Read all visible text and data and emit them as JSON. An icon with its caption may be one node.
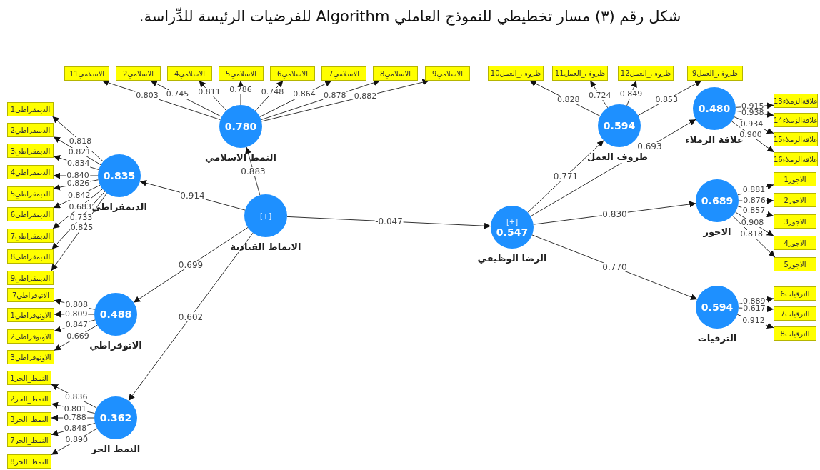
{
  "diagram": {
    "title": "شكل رقم (٣) مسار تخطيطي للنموذج العاملي Algorithm للفرضيات الرئيسة للدِّراسة.",
    "nodes": [
      {
        "text": [
          "الاسلامي11"
        ]
      },
      {
        "text": [
          "الاسلامي2"
        ]
      },
      {
        "text": [
          "الاسلامي4"
        ]
      },
      {
        "text": [
          "الاسلامي5"
        ]
      },
      {
        "text": [
          "الاسلامي6"
        ]
      },
      {
        "text": [
          "الاسلامي7"
        ]
      },
      {
        "text": [
          "الاسلامي8"
        ]
      },
      {
        "text": [
          "الاسلامي9"
        ]
      },
      {
        "text": [
          "ظروف_العمل10"
        ]
      },
      {
        "text": [
          "ظروف_العمل11"
        ]
      },
      {
        "text": [
          "ظروف_العمل12"
        ]
      },
      {
        "text": [
          "ظروف_العمل9"
        ]
      },
      {
        "text": [
          "علاقةالزملاء13"
        ]
      },
      {
        "text": [
          "علاقةالزملاء14"
        ]
      },
      {
        "text": [
          "علاقةالزملاء15"
        ]
      },
      {
        "text": [
          "علاقةالزملاء16"
        ]
      },
      {
        "text": [
          "الديمقراطي1"
        ]
      },
      {
        "text": [
          "الديمقراطي2"
        ]
      },
      {
        "text": [
          "الديمقراطي3"
        ]
      },
      {
        "text": [
          "الديمقراطي4"
        ]
      },
      {
        "text": [
          "الديمقراطي5"
        ]
      },
      {
        "text": [
          "الديمقراطي6"
        ]
      },
      {
        "text": [
          "الديمقراطي7"
        ]
      },
      {
        "text": [
          "الديمقراطي8"
        ]
      },
      {
        "text": [
          "الديمقراطي9"
        ]
      },
      {
        "text": [
          "0.780"
        ],
        "beside": [
          "النمط الاسلامي"
        ]
      },
      {
        "text": [
          "0.594"
        ],
        "beside": [
          "ظروف العمل"
        ]
      },
      {
        "text": [
          "0.480"
        ],
        "beside": [
          "علاقة الزملاء"
        ]
      },
      {
        "text": [
          "0.835"
        ],
        "beside": [
          "الديمقراطي"
        ]
      },
      {
        "text": [
          "[+]"
        ],
        "beside": [
          "الانماط القيادية"
        ]
      },
      {
        "text": [
          "[+]",
          "0.547"
        ],
        "beside": [
          "الرضا الوظيفي"
        ]
      },
      {
        "text": [
          "الاجور1"
        ]
      },
      {
        "text": [
          "الاجور2"
        ]
      },
      {
        "text": [
          "الاجور3"
        ]
      },
      {
        "text": [
          "الاجور4"
        ]
      },
      {
        "text": [
          "الاجور5"
        ]
      },
      {
        "text": [
          "0.689"
        ],
        "beside": [
          "الاجور"
        ]
      },
      {
        "text": [
          "الاتوقراطي7"
        ]
      },
      {
        "text": [
          "الاوتوقراطي1"
        ]
      },
      {
        "text": [
          "الاوتوقراطي2"
        ]
      },
      {
        "text": [
          "الاوتوقراطي3"
        ]
      },
      {
        "text": [
          "0.488"
        ],
        "beside": [
          "الاتوقراطي"
        ]
      },
      {
        "text": [
          "الترقيات6"
        ]
      },
      {
        "text": [
          "الترقيات7"
        ]
      },
      {
        "text": [
          "الترقيات8"
        ]
      },
      {
        "text": [
          "0.594"
        ],
        "beside": [
          "الترقيات"
        ]
      },
      {
        "text": [
          "النمط_الحر1"
        ]
      },
      {
        "text": [
          "النمط_الحر2"
        ]
      },
      {
        "text": [
          "النمط_الحر3"
        ]
      },
      {
        "text": [
          "النمط_الحر7"
        ]
      },
      {
        "text": [
          "النمط_الحر8"
        ]
      },
      {
        "text": [
          "0.362"
        ],
        "beside": [
          "النمط الحر"
        ]
      }
    ],
    "edges": [
      {
        "from": 25,
        "to": 0,
        "arrow": "to",
        "label": "0.803"
      },
      {
        "from": 25,
        "to": 1,
        "arrow": "to",
        "label": "0.745"
      },
      {
        "from": 25,
        "to": 2,
        "arrow": "to",
        "label": "0.811"
      },
      {
        "from": 25,
        "to": 3,
        "arrow": "to",
        "label": "0.786"
      },
      {
        "from": 25,
        "to": 4,
        "arrow": "to",
        "label": "0.748"
      },
      {
        "from": 25,
        "to": 5,
        "arrow": "to",
        "label": "0.864"
      },
      {
        "from": 25,
        "to": 6,
        "arrow": "to",
        "label": "0.878"
      },
      {
        "from": 25,
        "to": 7,
        "arrow": "to",
        "label": "0.882"
      },
      {
        "from": 26,
        "to": 8,
        "arrow": "to",
        "label": "0.828"
      },
      {
        "from": 26,
        "to": 9,
        "arrow": "to",
        "label": "0.724"
      },
      {
        "from": 26,
        "to": 10,
        "arrow": "to",
        "label": "0.849"
      },
      {
        "from": 26,
        "to": 11,
        "arrow": "to",
        "label": "0.853"
      },
      {
        "from": 27,
        "to": 12,
        "arrow": "to",
        "label": "0.915"
      },
      {
        "from": 27,
        "to": 13,
        "arrow": "to",
        "label": "0.938"
      },
      {
        "from": 27,
        "to": 14,
        "arrow": "to",
        "label": "0.934"
      },
      {
        "from": 27,
        "to": 15,
        "arrow": "to",
        "label": "0.900"
      },
      {
        "from": 28,
        "to": 16,
        "arrow": "to",
        "label": "0.818"
      },
      {
        "from": 28,
        "to": 17,
        "arrow": "to",
        "label": "0.821"
      },
      {
        "from": 28,
        "to": 18,
        "arrow": "to",
        "label": "0.834"
      },
      {
        "from": 28,
        "to": 19,
        "arrow": "to",
        "label": "0.840"
      },
      {
        "from": 28,
        "to": 20,
        "arrow": "to",
        "label": "0.826"
      },
      {
        "from": 28,
        "to": 21,
        "arrow": "to",
        "label": "0.842"
      },
      {
        "from": 28,
        "to": 22,
        "arrow": "to",
        "label": "0.683"
      },
      {
        "from": 28,
        "to": 23,
        "arrow": "to",
        "label": "0.733"
      },
      {
        "from": 28,
        "to": 24,
        "arrow": "to",
        "label": "0.825"
      },
      {
        "from": 29,
        "to": 28,
        "arrow": "to",
        "label": "0.914"
      },
      {
        "from": 29,
        "to": 25,
        "arrow": "to",
        "label": "0.883"
      },
      {
        "from": 29,
        "to": 41,
        "arrow": "to",
        "label": "0.699"
      },
      {
        "from": 29,
        "to": 51,
        "arrow": "to",
        "label": "0.602"
      },
      {
        "from": 29,
        "to": 30,
        "arrow": "to",
        "label": "-0.047"
      },
      {
        "from": 30,
        "to": 26,
        "arrow": "to",
        "label": "0.771"
      },
      {
        "from": 30,
        "to": 27,
        "arrow": "to",
        "label": "0.693"
      },
      {
        "from": 30,
        "to": 36,
        "arrow": "to",
        "label": "0.830"
      },
      {
        "from": 30,
        "to": 45,
        "arrow": "to",
        "label": "0.770"
      },
      {
        "from": 36,
        "to": 31,
        "arrow": "to",
        "label": "0.881"
      },
      {
        "from": 36,
        "to": 32,
        "arrow": "to",
        "label": "0.876"
      },
      {
        "from": 36,
        "to": 33,
        "arrow": "to",
        "label": "0.857"
      },
      {
        "from": 36,
        "to": 34,
        "arrow": "to",
        "label": "0.908"
      },
      {
        "from": 36,
        "to": 35,
        "arrow": "to",
        "label": "0.818"
      },
      {
        "from": 41,
        "to": 37,
        "arrow": "to",
        "label": "0.808"
      },
      {
        "from": 41,
        "to": 38,
        "arrow": "to",
        "label": "0.809"
      },
      {
        "from": 41,
        "to": 39,
        "arrow": "to",
        "label": "0.847"
      },
      {
        "from": 41,
        "to": 40,
        "arrow": "to",
        "label": "0.669"
      },
      {
        "from": 45,
        "to": 42,
        "arrow": "to",
        "label": "0.889"
      },
      {
        "from": 45,
        "to": 43,
        "arrow": "to",
        "label": "0.617"
      },
      {
        "from": 45,
        "to": 44,
        "arrow": "to",
        "label": "0.912"
      },
      {
        "from": 51,
        "to": 46,
        "arrow": "to",
        "label": "0.836"
      },
      {
        "from": 51,
        "to": 47,
        "arrow": "to",
        "label": "0.801"
      },
      {
        "from": 51,
        "to": 48,
        "arrow": "to",
        "label": "0.788"
      },
      {
        "from": 51,
        "to": 49,
        "arrow": "to",
        "label": "0.848"
      },
      {
        "from": 51,
        "to": 50,
        "arrow": "to",
        "label": "0.890"
      }
    ]
  }
}
